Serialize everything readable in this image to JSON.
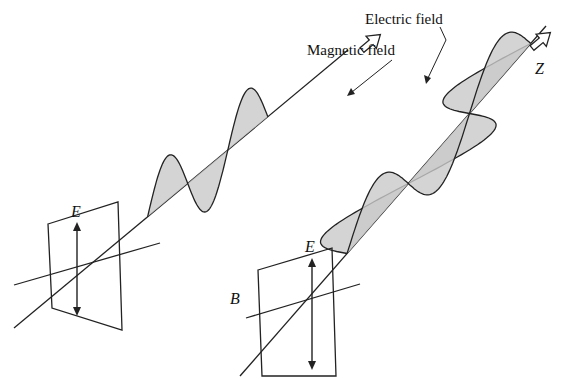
{
  "diagram": {
    "labels": [
      "E",
      "Electric field",
      "Magnetic field",
      "Z",
      "E",
      "B"
    ]
  }
}
